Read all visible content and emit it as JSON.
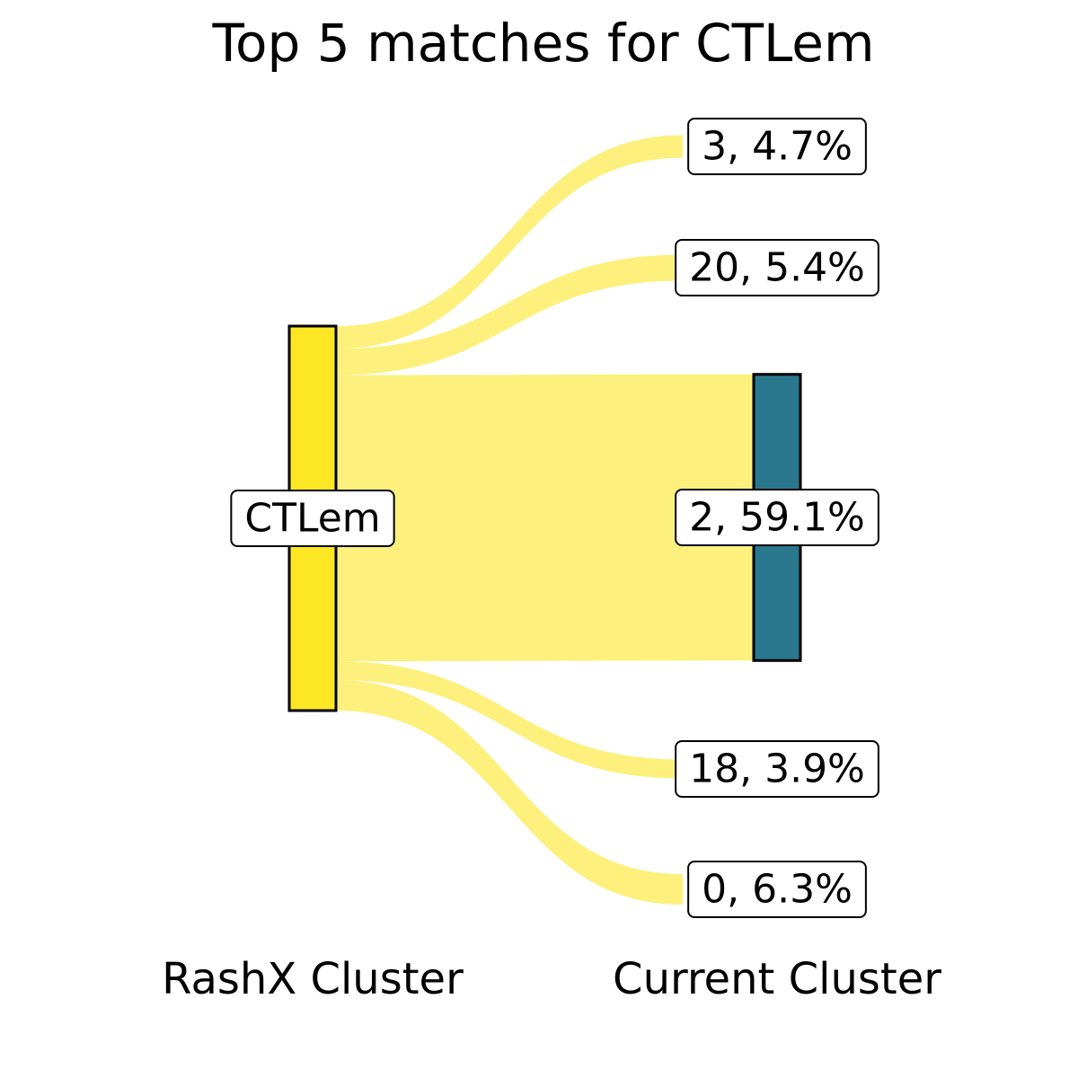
{
  "chart_data": {
    "type": "sankey",
    "title": "Top 5 matches for CTLem",
    "source_axis_label": "RashX Cluster",
    "target_axis_label": "Current Cluster",
    "source": {
      "name": "CTLem",
      "color": "#fde725"
    },
    "flow_color": "#fdf07c",
    "highlight_color": "#2a788e",
    "targets": [
      {
        "name": "3",
        "percent": 4.7,
        "label": "3, 4.7%",
        "highlighted": false
      },
      {
        "name": "20",
        "percent": 5.4,
        "label": "20, 5.4%",
        "highlighted": false
      },
      {
        "name": "2",
        "percent": 59.1,
        "label": "2, 59.1%",
        "highlighted": true
      },
      {
        "name": "18",
        "percent": 3.9,
        "label": "18, 3.9%",
        "highlighted": false
      },
      {
        "name": "0",
        "percent": 6.3,
        "label": "0, 6.3%",
        "highlighted": false
      }
    ]
  }
}
